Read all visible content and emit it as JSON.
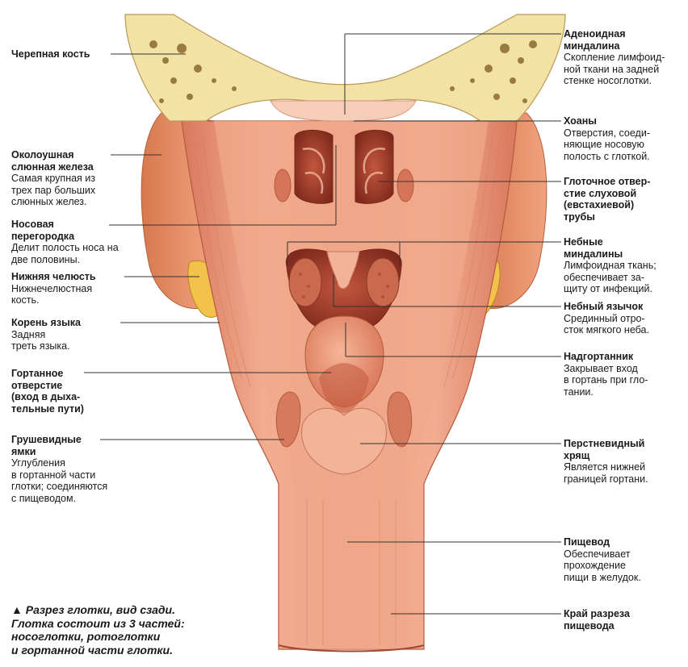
{
  "diagram": {
    "labels_left": [
      {
        "id": "skull",
        "title": "Черепная кость",
        "desc": ""
      },
      {
        "id": "parotid",
        "title": "Околоушная\nслюнная железа",
        "desc": "Самая крупная из\nтрех пар больших\nслюнных желез."
      },
      {
        "id": "septum",
        "title": "Носовая\nперегородка",
        "desc": "Делит полость носа на\nдве половины."
      },
      {
        "id": "mandible",
        "title": "Нижняя челюсть",
        "desc": "Нижнечелюстная\nкость."
      },
      {
        "id": "tongue_root",
        "title": "Корень языка",
        "desc": "Задняя\nтреть языка."
      },
      {
        "id": "laryngeal_inlet",
        "title": "Гортанное\nотверстие\n(вход в дыха-\nтельные пути)",
        "desc": ""
      },
      {
        "id": "piriform",
        "title": "Грушевидные\nямки",
        "desc": "Углубления\nв гортанной части\nглотки; соединяются\nс пищеводом."
      }
    ],
    "labels_right": [
      {
        "id": "adenoid",
        "title": "Аденоидная\nминдалина",
        "desc": "Скопление лимфоид-\nной ткани на задней\nстенке носоглотки."
      },
      {
        "id": "choanae",
        "title": "Хоаны",
        "desc": "Отверстия, соеди-\nняющие носовую\nполость с глоткой."
      },
      {
        "id": "eustachian",
        "title": "Глоточное отвер-\nстие слуховой\n(евстахиевой)\nтрубы",
        "desc": ""
      },
      {
        "id": "palatine_tonsils",
        "title": "Небные\nминдалины",
        "desc": "Лимфоидная ткань;\nобеспечивает за-\nщиту от инфекций."
      },
      {
        "id": "uvula",
        "title": "Небный язычок",
        "desc": "Срединный отро-\nсток мягкого неба."
      },
      {
        "id": "epiglottis",
        "title": "Надгортанник",
        "desc": "Закрывает вход\nв гортань при гло-\nтании."
      },
      {
        "id": "cricoid",
        "title": "Перстневидный\nхрящ",
        "desc": "Является нижней\nграницей гортани."
      },
      {
        "id": "esophagus",
        "title": "Пищевод",
        "desc": "Обеспечивает\nпрохождение\nпищи в желудок."
      },
      {
        "id": "esophagus_edge",
        "title": "Край разреза\nпищевода",
        "desc": ""
      }
    ],
    "caption": "▲ Разрез глотки, вид сзади.\nГлотка состоит из 3 частей:\nносоглотки, ротоглотки\nи гортанной части глотки.",
    "colors": {
      "bone": "#f3e2a6",
      "bone_pores": "#8a6a2e",
      "muscle": "#e9967a",
      "muscle_dark": "#c8624a",
      "cavity": "#9e3a2a",
      "gland": "#e08d6e",
      "mandible": "#f2c24a",
      "line": "#333333"
    }
  }
}
